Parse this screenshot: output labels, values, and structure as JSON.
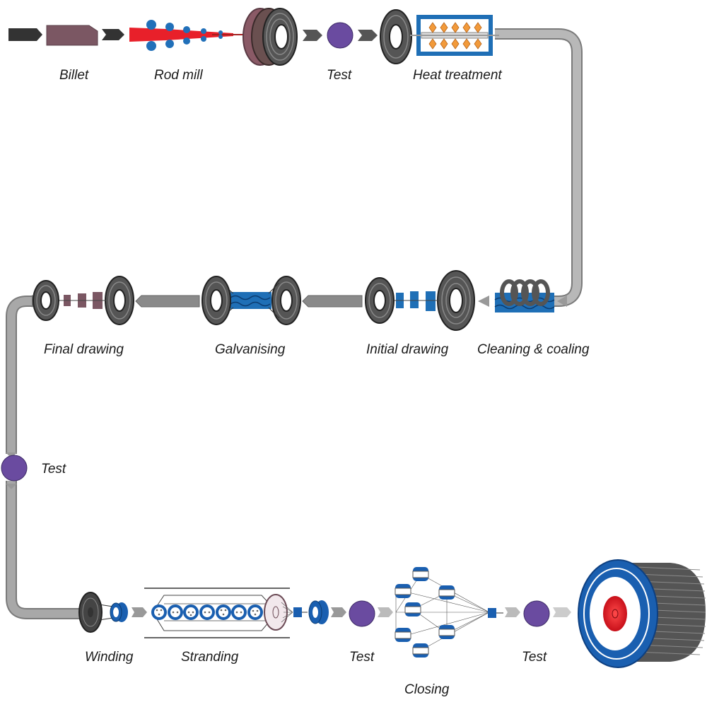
{
  "labels": {
    "billet": "Billet",
    "rod_mill": "Rod mill",
    "test_1": "Test",
    "heat_treatment": "Heat treatment",
    "cleaning_coaling": "Cleaning & coaling",
    "initial_drawing": "Initial drawing",
    "galvanising": "Galvanising",
    "final_drawing": "Final drawing",
    "test_2": "Test",
    "winding": "Winding",
    "stranding": "Stranding",
    "test_3": "Test",
    "closing": "Closing",
    "test_4": "Test"
  },
  "colors": {
    "conveyor": "#9a9a9a",
    "coil": "#555555",
    "billet": "#7b5763",
    "rod_mill_red": "#e8202a",
    "roller_blue": "#2170b9",
    "test_purple": "#6a4ba0",
    "bath_blue": "#1f6fb6",
    "reel_blue": "#1a5fb0",
    "flame_orange": "#f29a3a",
    "core_red": "#e01e25"
  },
  "icons": [
    "arrow-icon",
    "billet-icon",
    "rod-mill-icon",
    "coil-icon",
    "test-icon",
    "furnace-icon",
    "bath-icon",
    "die-icon",
    "bobbin-icon",
    "cable-reel-icon"
  ]
}
